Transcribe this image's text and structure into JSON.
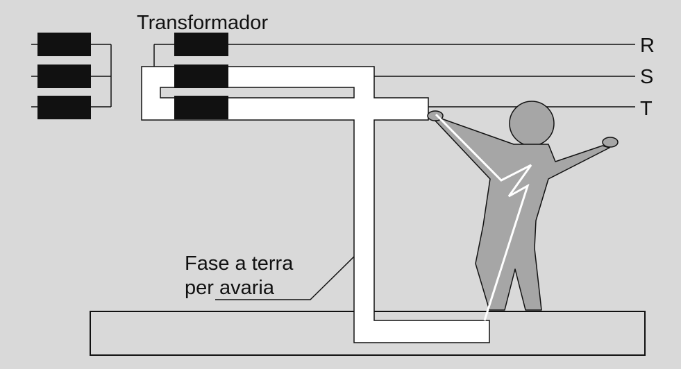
{
  "labels": {
    "transformer": "Transformador",
    "phase_r": "R",
    "phase_s": "S",
    "phase_t": "T",
    "fault_line1": "Fase a terra",
    "fault_line2": "per avaria"
  },
  "colors": {
    "background": "#d9d9d9",
    "winding": "#111111",
    "conductor": "#ffffff",
    "person": "#a6a6a6",
    "outline": "#111111"
  }
}
